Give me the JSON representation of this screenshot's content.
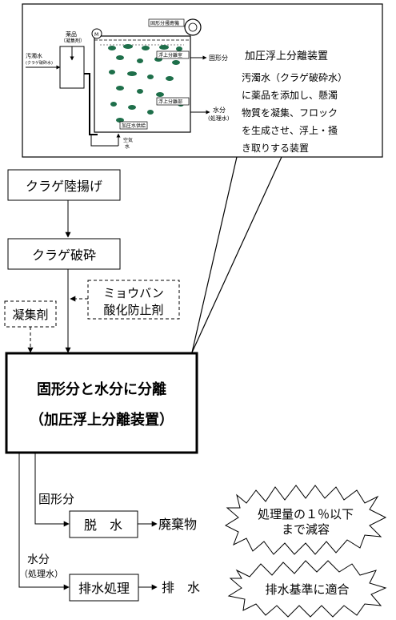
{
  "inset": {
    "title": "加圧浮上分離装置",
    "description_lines": [
      "汚濁水（クラゲ破砕水）",
      "に薬品を添加し、懸濁",
      "物質を凝集、フロック",
      "を生成させ、浮上・掻",
      "き取りする装置"
    ],
    "labels": {
      "chemical": "薬品",
      "chemical_sub": "（凝集剤）",
      "dirty_water": "汚濁水",
      "dirty_water_sub": "(クラゲ破砕水)",
      "solids_out": "固形分",
      "water_out": "水分",
      "water_out_sub": "(処理水)",
      "air": "空気",
      "air_water": "水",
      "tag_top": "固形分掻寄機",
      "tag_mid": "浮上分離室",
      "tag_low": "浮上分離部",
      "tag_bottom": "加圧水供給"
    }
  },
  "flow": {
    "landing": "クラゲ陸揚げ",
    "crushing": "クラゲ破砕",
    "additive_line1": "ミョウバン",
    "additive_line2": "酸化防止剤",
    "coagulant": "凝集剤",
    "main_line1": "固形分と水分に分離",
    "main_line2": "（加圧浮上分離装置）",
    "solids_label": "固形分",
    "dewater": "脱　水",
    "waste": "廃棄物",
    "water_label": "水分",
    "water_sub": "（処理水）",
    "wastewater": "排水処理",
    "drainage": "排　水",
    "note1_line1": "処理量の１％以下",
    "note1_line2": "まで減容",
    "note2": "排水基準に適合"
  }
}
